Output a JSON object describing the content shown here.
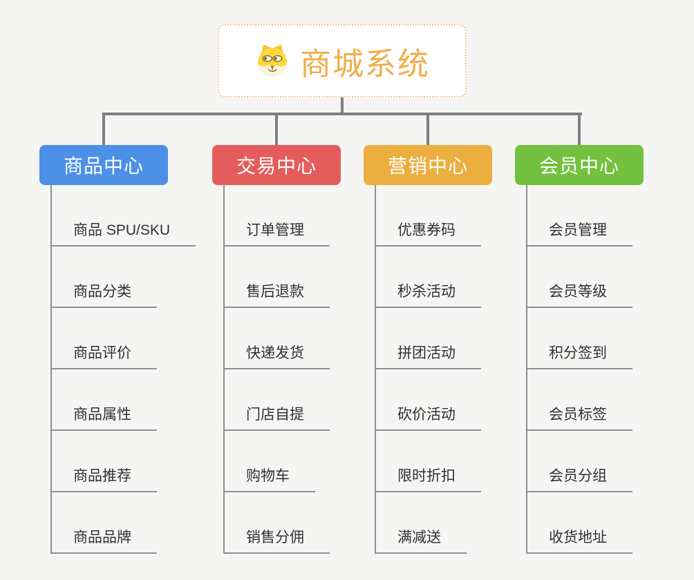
{
  "root": {
    "title": "商城系统",
    "icon": "dog-face-icon"
  },
  "branches": [
    {
      "label": "商品中心",
      "color": "#4c90e8",
      "children": [
        "商品 SPU/SKU",
        "商品分类",
        "商品评价",
        "商品属性",
        "商品推荐",
        "商品品牌"
      ]
    },
    {
      "label": "交易中心",
      "color": "#e45c5c",
      "children": [
        "订单管理",
        "售后退款",
        "快递发货",
        "门店自提",
        "购物车",
        "销售分佣"
      ]
    },
    {
      "label": "营销中心",
      "color": "#edae40",
      "children": [
        "优惠券码",
        "秒杀活动",
        "拼团活动",
        "砍价活动",
        "限时折扣",
        "满减送"
      ]
    },
    {
      "label": "会员中心",
      "color": "#73c13f",
      "children": [
        "会员管理",
        "会员等级",
        "积分签到",
        "会员标签",
        "会员分组",
        "收货地址"
      ]
    }
  ],
  "colors": {
    "root_title": "#f0ae4b",
    "root_border": "#f2ca8f",
    "connector": "#7e7e7e",
    "leaf_line": "#8f8f8f",
    "leaf_text": "#303030",
    "background": "#f5f5f3"
  }
}
